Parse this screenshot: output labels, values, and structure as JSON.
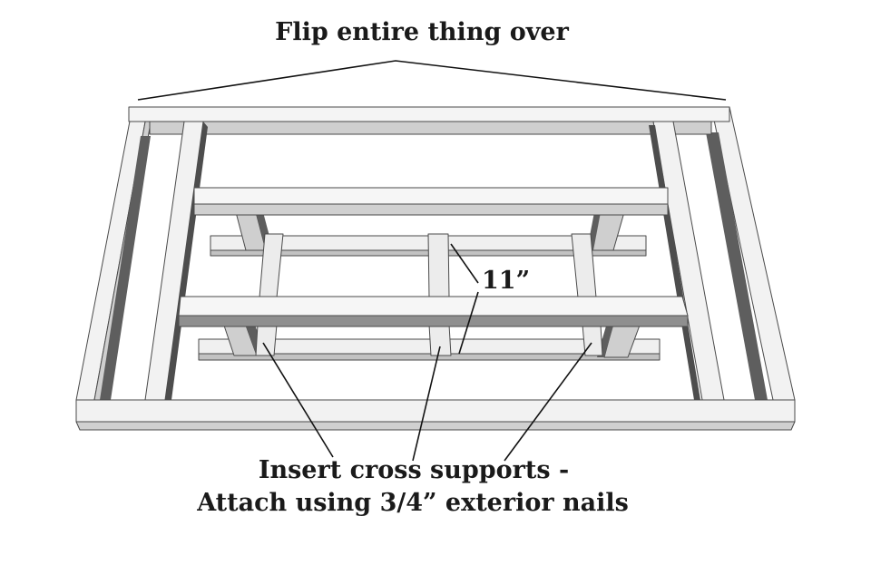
{
  "labels": {
    "top": "Flip entire thing over",
    "dimension": "11”",
    "bottom_line1": "Insert cross supports -",
    "bottom_line2": "Attach using 3/4” exterior nails"
  },
  "colors": {
    "wood_top": "#f2f2f2",
    "wood_light": "#e6e6e6",
    "wood_mid": "#c9c9c9",
    "wood_dark": "#8f8f8f",
    "shadow": "#5e5e5e",
    "line": "#111111"
  }
}
